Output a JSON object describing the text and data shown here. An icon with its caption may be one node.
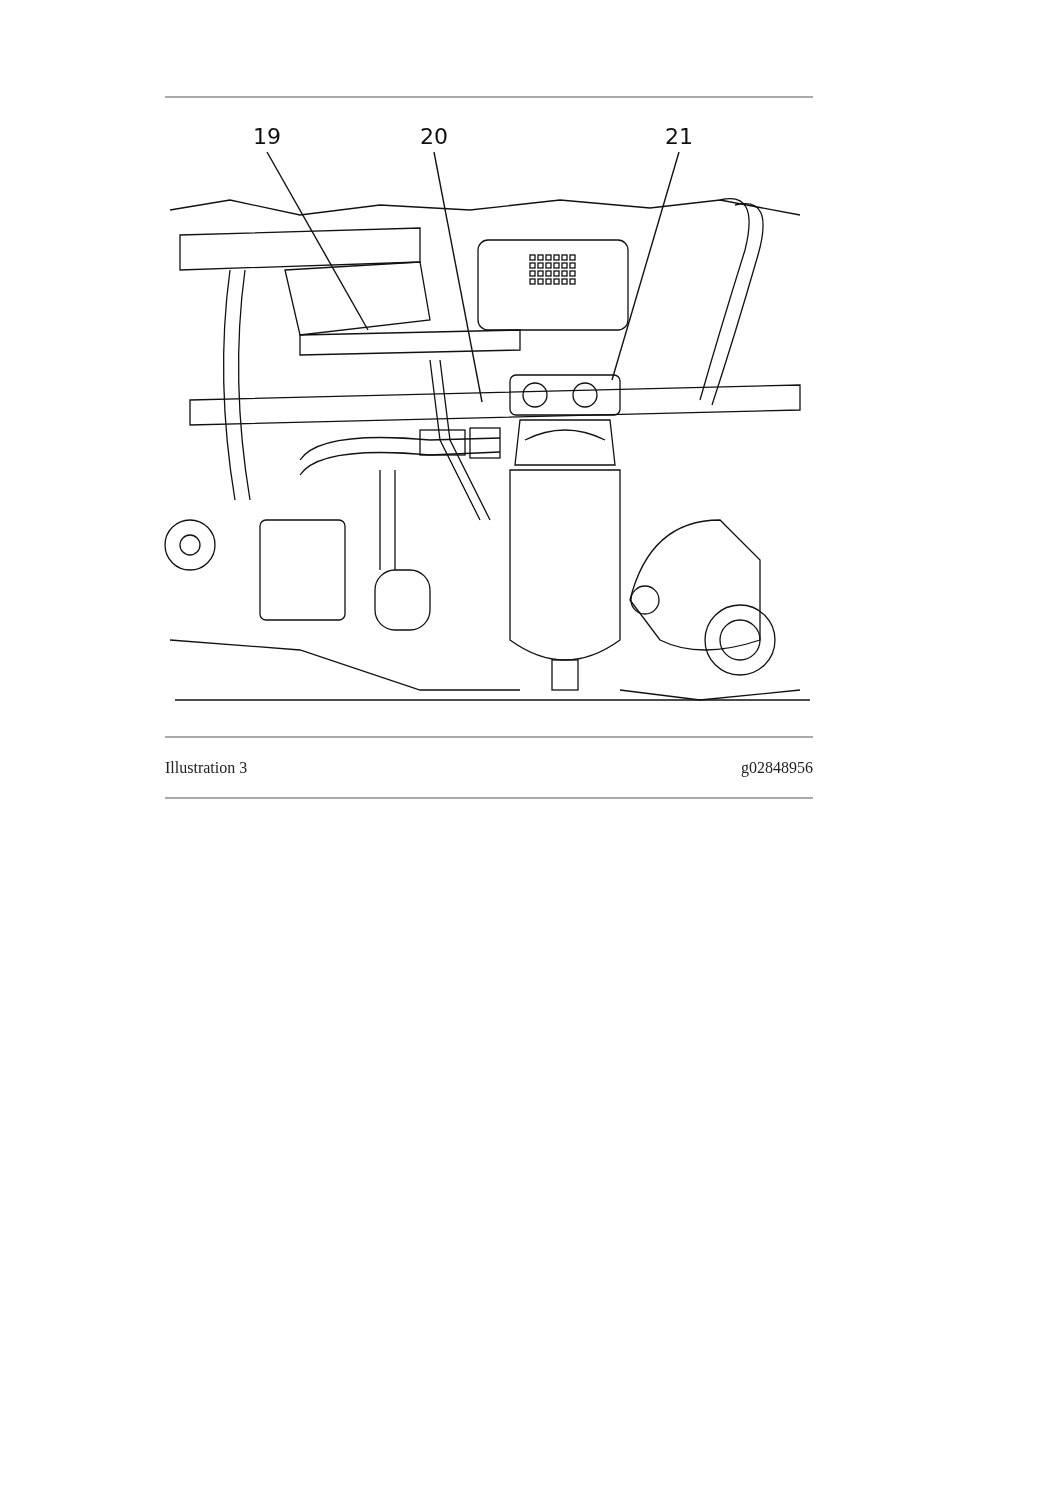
{
  "diagram": {
    "nodes": [
      {
        "text": [
          "19"
        ]
      },
      {
        "text": [
          "20"
        ]
      },
      {
        "text": [
          "21"
        ]
      }
    ],
    "edges": [
      {
        "from": 0,
        "to": null,
        "arrow": "none"
      },
      {
        "from": 1,
        "to": null,
        "arrow": "none"
      },
      {
        "from": 2,
        "to": null,
        "arrow": "none"
      }
    ],
    "labels": [
      "Illustration 3",
      "g02848956"
    ]
  }
}
